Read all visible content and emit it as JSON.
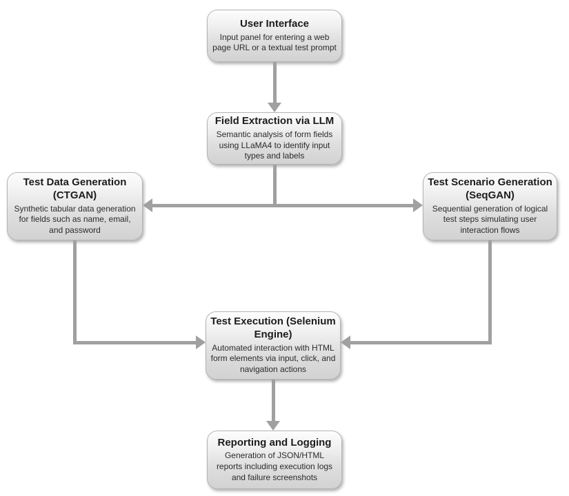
{
  "diagram": {
    "type": "flowchart",
    "background_color": "#ffffff",
    "connector_color": "#a0a0a0",
    "node_fill_top": "#fdfdfd",
    "node_fill_bottom": "#d2d2d2",
    "nodes": [
      {
        "id": "user-interface",
        "title": "User Interface",
        "description": "Input panel for entering a web page URL or a textual test prompt"
      },
      {
        "id": "field-extraction-llm",
        "title": "Field Extraction via LLM",
        "description": "Semantic analysis of form fields using LLaMA4 to identify input types and labels"
      },
      {
        "id": "test-data-generation-ctgan",
        "title": "Test Data Generation (CTGAN)",
        "description": "Synthetic tabular data generation for fields such as name, email, and password"
      },
      {
        "id": "test-scenario-generation-seqgan",
        "title": "Test Scenario Generation (SeqGAN)",
        "description": "Sequential generation of logical test steps simulating user interaction flows"
      },
      {
        "id": "test-execution-selenium",
        "title": "Test Execution (Selenium Engine)",
        "description": "Automated interaction with HTML form elements via input, click, and navigation actions"
      },
      {
        "id": "reporting-and-logging",
        "title": "Reporting and Logging",
        "description": "Generation of JSON/HTML reports including execution logs and failure screenshots"
      }
    ],
    "edges": [
      {
        "from": "user-interface",
        "to": "field-extraction-llm"
      },
      {
        "from": "field-extraction-llm",
        "to": "test-data-generation-ctgan"
      },
      {
        "from": "field-extraction-llm",
        "to": "test-scenario-generation-seqgan"
      },
      {
        "from": "test-data-generation-ctgan",
        "to": "test-execution-selenium"
      },
      {
        "from": "test-scenario-generation-seqgan",
        "to": "test-execution-selenium"
      },
      {
        "from": "test-execution-selenium",
        "to": "reporting-and-logging"
      }
    ]
  }
}
